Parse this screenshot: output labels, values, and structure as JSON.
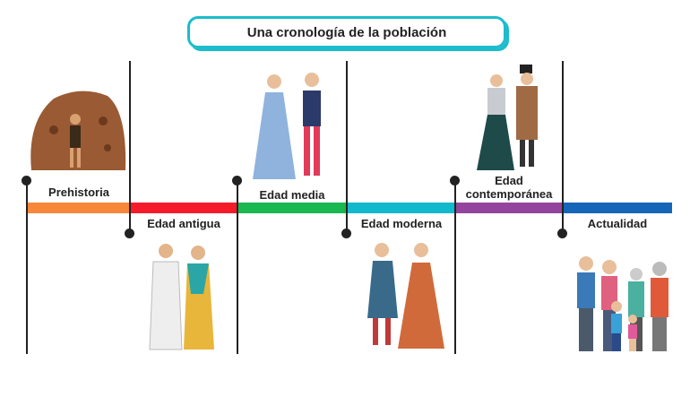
{
  "title": "Una cronología de la población",
  "eras": [
    {
      "label": "Prehistoria",
      "color": "#f7883a"
    },
    {
      "label": "Edad antigua",
      "color": "#f51b2a"
    },
    {
      "label": "Edad media",
      "color": "#1ab850"
    },
    {
      "label": "Edad moderna",
      "color": "#12b9cc"
    },
    {
      "label": "Edad contemporánea",
      "color": "#93459e"
    },
    {
      "label": "Actualidad",
      "color": "#1566b8"
    }
  ]
}
